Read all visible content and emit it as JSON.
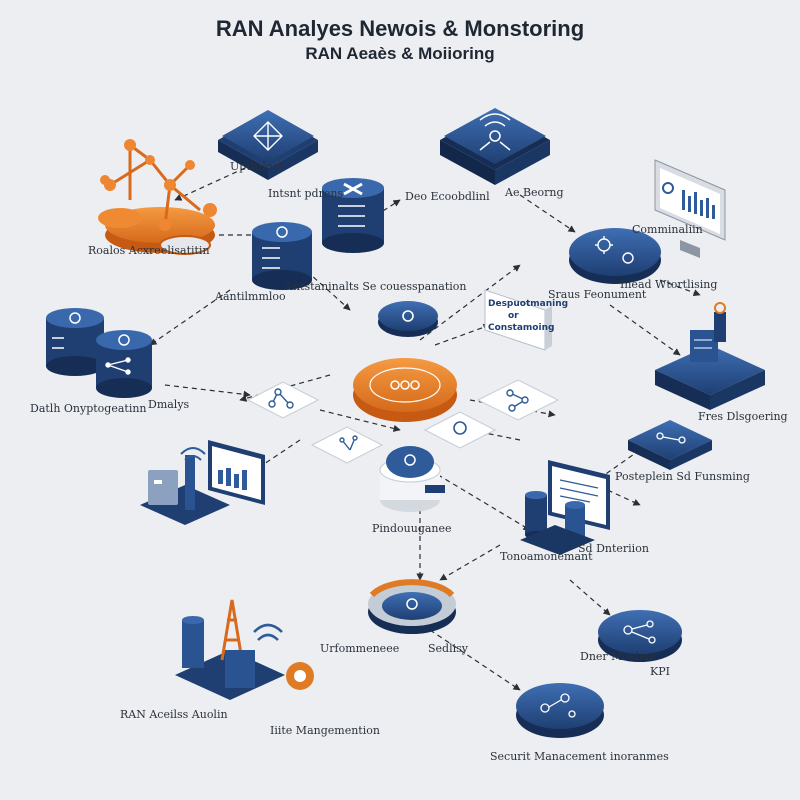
{
  "title": "RAN Analyes Newois & Monstoring",
  "subtitle": "RAN Aeaès & Moiioring",
  "labels": {
    "top_left_chip": "Upttuloel",
    "chip2": "Intsnt pdrens",
    "top_center": "Deo Ecoobdlinl",
    "top_right1": "Ae Beorng",
    "top_right2": "Comminaliin",
    "left_cluster": "Roalos Acxreelisatitin",
    "db_left": "Aantilmmloo",
    "db_center": "Antstaninalts Se couesspanation",
    "right_mid1": "Sraus Feonument",
    "right_mid2": "Inead Wtortlising",
    "panel_line1": "Despuotmaning",
    "panel_line2": "or",
    "panel_line3": "Constamoing",
    "data_left": "Datlh Onyptogeatinn",
    "analys": "Dmalys",
    "fres": "Fres Dlsgoering",
    "posteplein": "Posteplein Sd Funsming",
    "pindou": "Pindouuganee",
    "tomenf": "Tonoamonemant",
    "sd_dntertion": "Sd Dnteriion",
    "urfomeneee": "Urfommeneee",
    "sedlisy": "Sedlisy",
    "dner_modest": "Dner Moeleat",
    "kpi": "KPI",
    "ran_acess": "RAN Aceilss Auolin",
    "lite_mgmt": "Iiite Mangemention",
    "securit": "Securit Manacement inoranmes"
  }
}
